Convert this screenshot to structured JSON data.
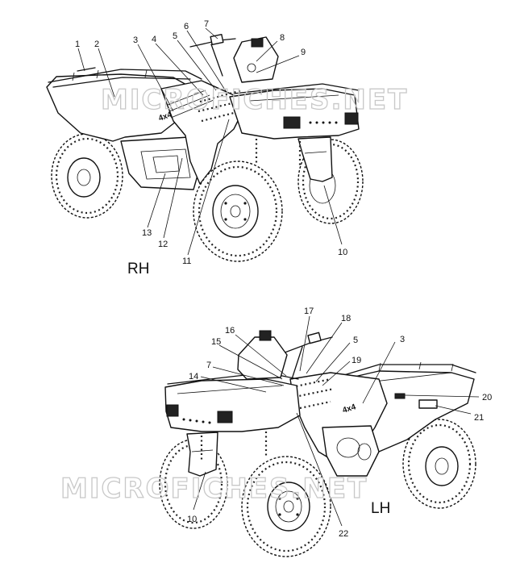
{
  "watermark": "MICROFICHES.NET",
  "views": {
    "rh": {
      "label": "RH",
      "callouts": [
        "1",
        "2",
        "3",
        "4",
        "5",
        "6",
        "7",
        "8",
        "9",
        "10",
        "11",
        "12",
        "13"
      ]
    },
    "lh": {
      "label": "LH",
      "callouts": [
        "17",
        "18",
        "16",
        "15",
        "5",
        "3",
        "19",
        "7",
        "14",
        "20",
        "21",
        "10",
        "22"
      ]
    }
  },
  "decals": {
    "model_4x4": "4x4"
  }
}
